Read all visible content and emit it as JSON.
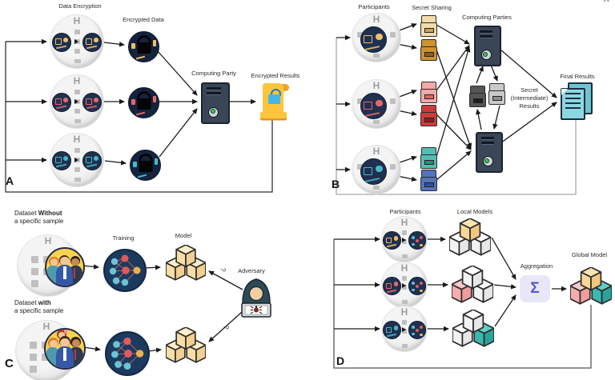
{
  "shared": {
    "robot_h": "H"
  },
  "corner_mark": "X",
  "colors": {
    "participant_yellow": "#eec06a",
    "participant_red": "#e86868",
    "participant_teal": "#46b8c8",
    "pod_navy": "#20304f",
    "scroll_yellow": "#fcc53d",
    "result_lock_blue": "#45b6e8",
    "tower_slate": "#3a4656",
    "power_green": "#3fc24d",
    "final_results_teal": "#8ed6e2",
    "aggregation_bg": "#e7e7f8",
    "sigma_purple": "#5656cc",
    "cube_cream": "#f8dda6",
    "cube_yellow": "#f7d795",
    "cube_pink": "#f6adad",
    "cube_teal": "#3bb9b1",
    "share_tan": "#f2dcab",
    "share_gold": "#cd9232",
    "share_pink": "#f2a9a9",
    "share_red": "#cc3b3b",
    "share_teal": "#56bdb2",
    "share_blue": "#5573b8"
  },
  "panel_a": {
    "letter": "A",
    "title": "Data Encryption",
    "encrypted_data": "Encrypted Data",
    "computing_party": "Computing Party",
    "encrypted_results": "Encrypted Results"
  },
  "panel_b": {
    "letter": "B",
    "participants": "Participants",
    "secret_sharing": "Secret Sharing",
    "computing_parties": "Computing Parties",
    "intermediate_line1": "Secret",
    "intermediate_line2": "(Intermediate)",
    "intermediate_line3": "Results",
    "final_results": "Final Results"
  },
  "panel_c": {
    "letter": "C",
    "ds1_prefix": "Dataset ",
    "ds1_bold": "Without",
    "ds1_line2": "a specific sample",
    "ds2_prefix": "Dataset ",
    "ds2_bold": "with",
    "ds2_line2": "a specific sample",
    "training": "Training",
    "model": "Model",
    "adversary": "Adversary",
    "question_mark_top": "?",
    "question_mark_bottom": "?"
  },
  "panel_d": {
    "letter": "D",
    "participants": "Participants",
    "local_models": "Local Models",
    "aggregation": "Aggregation",
    "sigma": "Σ",
    "global_model": "Global Model"
  }
}
